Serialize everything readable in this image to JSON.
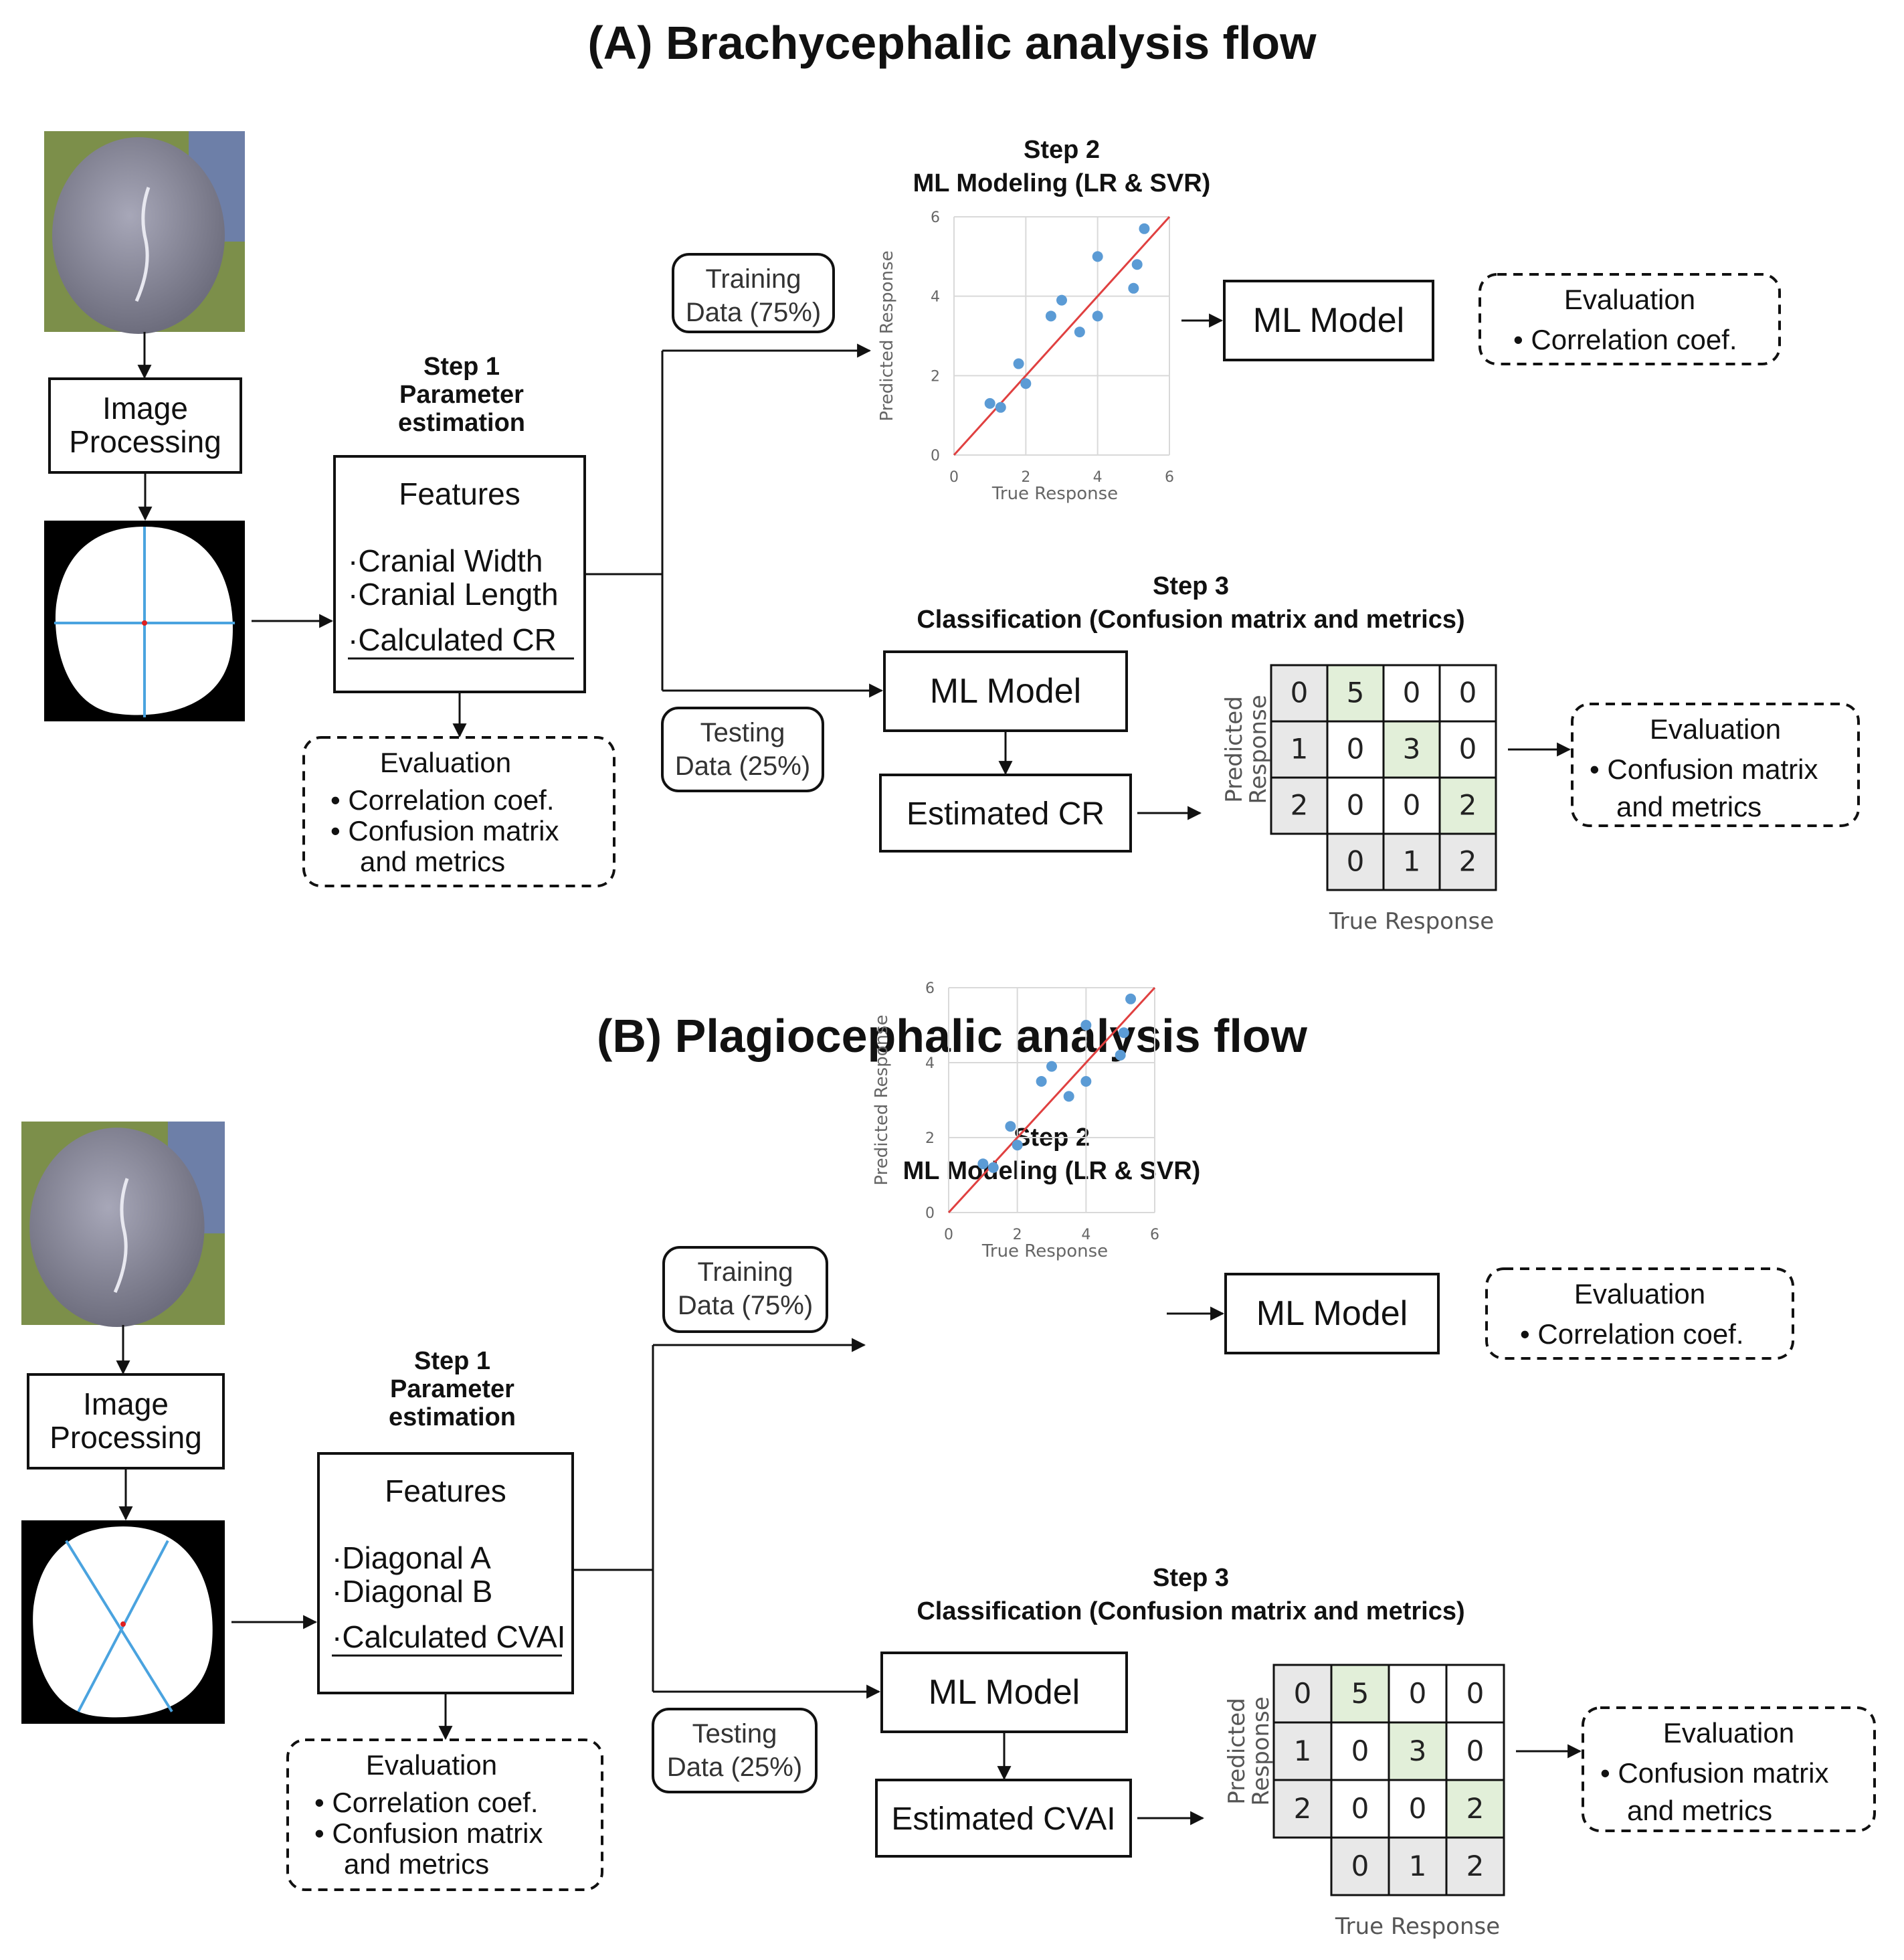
{
  "colors": {
    "arrow": "#111111",
    "point": "#5b9bd5",
    "fit_line": "#e04040",
    "cm_shade": "#e8e8e8",
    "cm_diag": "#e2efd9",
    "cross": "#4aa3df",
    "skull": "#8a8a9a"
  },
  "panels": [
    {
      "title": "(A) Brachycephalic analysis flow",
      "image_processing": "Image Processing",
      "step1": {
        "title": "Step 1",
        "subtitle": "Parameter estimation"
      },
      "features": {
        "title": "Features",
        "items": [
          "·Cranial Width",
          "·Cranial Length",
          "·Calculated CR"
        ]
      },
      "eval1": {
        "title": "Evaluation",
        "items": [
          "• Correlation coef.",
          "• Confusion matrix",
          "and metrics"
        ]
      },
      "training": {
        "line1": "Training",
        "line2": "Data (75%)"
      },
      "testing": {
        "line1": "Testing",
        "line2": "Data (25%)"
      },
      "step2": {
        "title": "Step 2",
        "subtitle": "ML Modeling (LR & SVR)"
      },
      "ml_model": "ML Model",
      "eval2": {
        "title": "Evaluation",
        "items": [
          "• Correlation coef."
        ]
      },
      "step3": {
        "title": "Step 3",
        "subtitle": "Classification (Confusion matrix and metrics)"
      },
      "estimated": "Estimated CR",
      "eval3": {
        "title": "Evaluation",
        "items": [
          "• Confusion matrix",
          "and metrics"
        ]
      },
      "cm_ylabel": [
        "Predicted",
        "Response"
      ],
      "cm_xlabel": "True Response"
    },
    {
      "title": "(B) Plagiocephalic analysis flow",
      "image_processing": "Image Processing",
      "step1": {
        "title": "Step 1",
        "subtitle": "Parameter estimation"
      },
      "features": {
        "title": "Features",
        "items": [
          "·Diagonal A",
          "·Diagonal B",
          "·Calculated CVAI"
        ]
      },
      "eval1": {
        "title": "Evaluation",
        "items": [
          "• Correlation coef.",
          "• Confusion matrix",
          "and metrics"
        ]
      },
      "training": {
        "line1": "Training",
        "line2": "Data (75%)"
      },
      "testing": {
        "line1": "Testing",
        "line2": "Data (25%)"
      },
      "step2": {
        "title": "Step 2",
        "subtitle": "ML Modeling (LR & SVR)"
      },
      "ml_model": "ML Model",
      "eval2": {
        "title": "Evaluation",
        "items": [
          "• Correlation coef."
        ]
      },
      "step3": {
        "title": "Step 3",
        "subtitle": "Classification (Confusion matrix and metrics)"
      },
      "estimated": "Estimated CVAI",
      "eval3": {
        "title": "Evaluation",
        "items": [
          "• Confusion matrix",
          "and metrics"
        ]
      },
      "cm_ylabel": [
        "Predicted",
        "Response"
      ],
      "cm_xlabel": "True Response"
    }
  ],
  "chart_data": [
    {
      "type": "scatter",
      "xlabel": "True Response",
      "ylabel": "Predicted Response",
      "xlim": [
        0,
        6
      ],
      "ylim": [
        0,
        6
      ],
      "xticks": [
        0,
        2,
        4,
        6
      ],
      "yticks": [
        0,
        2,
        4,
        6
      ],
      "grid": true,
      "fit_line": [
        [
          0,
          0
        ],
        [
          6,
          6
        ]
      ],
      "points": [
        [
          1.0,
          1.3
        ],
        [
          1.3,
          1.2
        ],
        [
          1.8,
          2.3
        ],
        [
          2.0,
          1.8
        ],
        [
          2.7,
          3.5
        ],
        [
          3.0,
          3.9
        ],
        [
          3.5,
          3.1
        ],
        [
          4.0,
          3.5
        ],
        [
          4.0,
          5.0
        ],
        [
          5.0,
          4.2
        ],
        [
          5.1,
          4.8
        ],
        [
          5.3,
          5.7
        ]
      ]
    },
    {
      "type": "scatter",
      "xlabel": "True Response",
      "ylabel": "Predicted Response",
      "xlim": [
        0,
        6
      ],
      "ylim": [
        0,
        6
      ],
      "xticks": [
        0,
        2,
        4,
        6
      ],
      "yticks": [
        0,
        2,
        4,
        6
      ],
      "grid": true,
      "fit_line": [
        [
          0,
          0
        ],
        [
          6,
          6
        ]
      ],
      "points": [
        [
          1.0,
          1.3
        ],
        [
          1.3,
          1.2
        ],
        [
          1.8,
          2.3
        ],
        [
          2.0,
          1.8
        ],
        [
          2.7,
          3.5
        ],
        [
          3.0,
          3.9
        ],
        [
          3.5,
          3.1
        ],
        [
          4.0,
          3.5
        ],
        [
          4.0,
          5.0
        ],
        [
          5.0,
          4.2
        ],
        [
          5.1,
          4.8
        ],
        [
          5.3,
          5.7
        ]
      ]
    },
    {
      "type": "table",
      "row_labels": [
        "0",
        "1",
        "2"
      ],
      "col_labels": [
        "0",
        "1",
        "2"
      ],
      "values": [
        [
          5,
          0,
          0
        ],
        [
          0,
          3,
          0
        ],
        [
          0,
          0,
          2
        ]
      ]
    },
    {
      "type": "table",
      "row_labels": [
        "0",
        "1",
        "2"
      ],
      "col_labels": [
        "0",
        "1",
        "2"
      ],
      "values": [
        [
          5,
          0,
          0
        ],
        [
          0,
          3,
          0
        ],
        [
          0,
          0,
          2
        ]
      ]
    }
  ]
}
